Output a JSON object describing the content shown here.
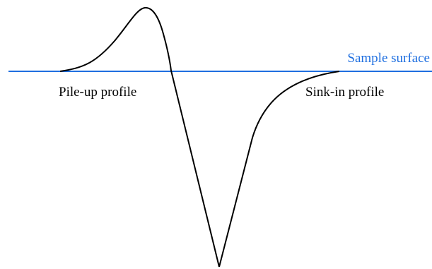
{
  "labels": {
    "surface": "Sample surface",
    "pileup": "Pile-up profile",
    "sinkin": "Sink-in profile"
  },
  "colors": {
    "surface_line": "#1f6fe0",
    "surface_text": "#1f6fe0",
    "profile": "#000000",
    "text": "#000000"
  }
}
